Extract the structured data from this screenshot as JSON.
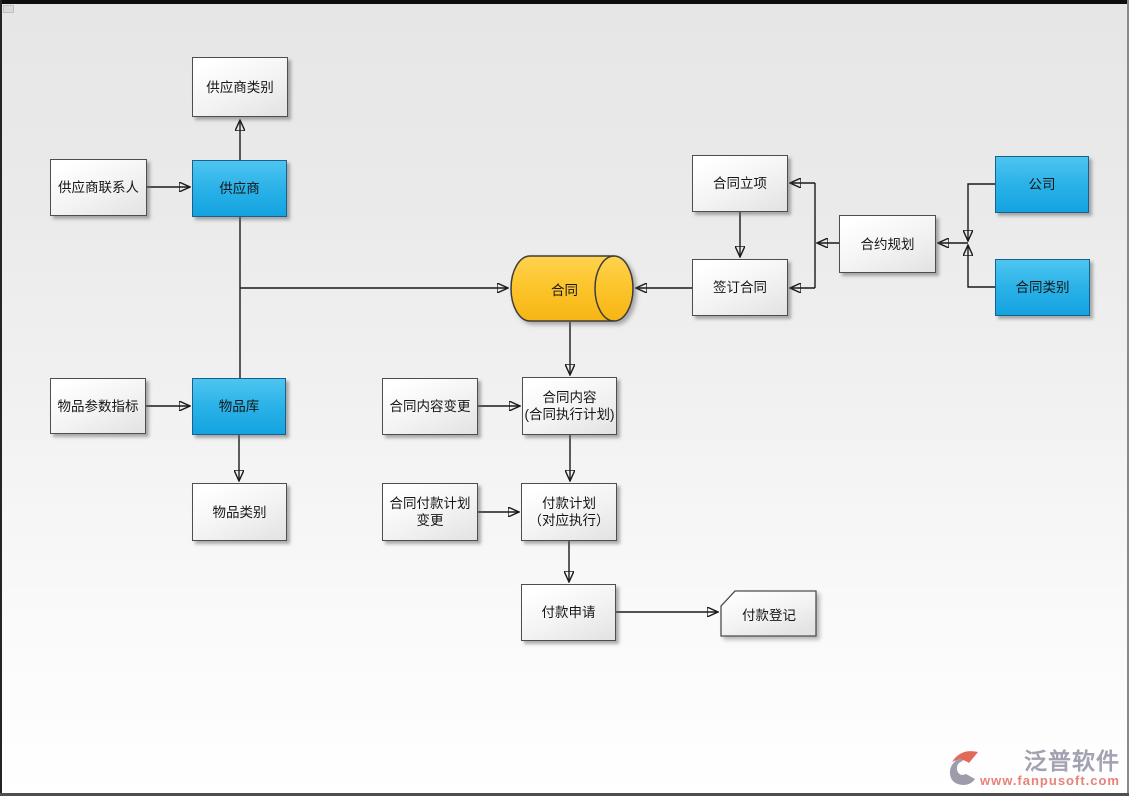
{
  "diagram": {
    "nodes": {
      "supplier_category": {
        "label": "供应商类别"
      },
      "supplier_contact": {
        "label": "供应商联系人"
      },
      "supplier": {
        "label": "供应商"
      },
      "item_params": {
        "label": "物品参数指标"
      },
      "item_store": {
        "label": "物品库"
      },
      "item_category": {
        "label": "物品类别"
      },
      "contract": {
        "label": "合同"
      },
      "contract_initiation": {
        "label": "合同立项"
      },
      "contract_signing": {
        "label": "签订合同"
      },
      "contract_planning": {
        "label": "合约规划"
      },
      "company": {
        "label": "公司"
      },
      "contract_category": {
        "label": "合同类别"
      },
      "contract_content_change": {
        "label": "合同内容变更"
      },
      "contract_content": {
        "line1": "合同内容",
        "line2": "(合同执行计划)"
      },
      "payment_plan_change": {
        "line1": "合同付款计划",
        "line2": "变更"
      },
      "payment_plan": {
        "line1": "付款计划",
        "line2": "（对应执行）"
      },
      "payment_request": {
        "label": "付款申请"
      },
      "payment_register": {
        "label": "付款登记"
      }
    },
    "colors": {
      "node_blue_top": "#4ec5f0",
      "node_blue_bottom": "#14a3e0",
      "cylinder_top": "#ffd24f",
      "cylinder_bottom": "#f6b515",
      "connector_line": "#1a1a1a",
      "background_top": "#e6e6e6",
      "background_bottom": "#ffffff"
    }
  },
  "watermark": {
    "brand": "泛普软件",
    "url": "www.fanpusoft.com"
  }
}
